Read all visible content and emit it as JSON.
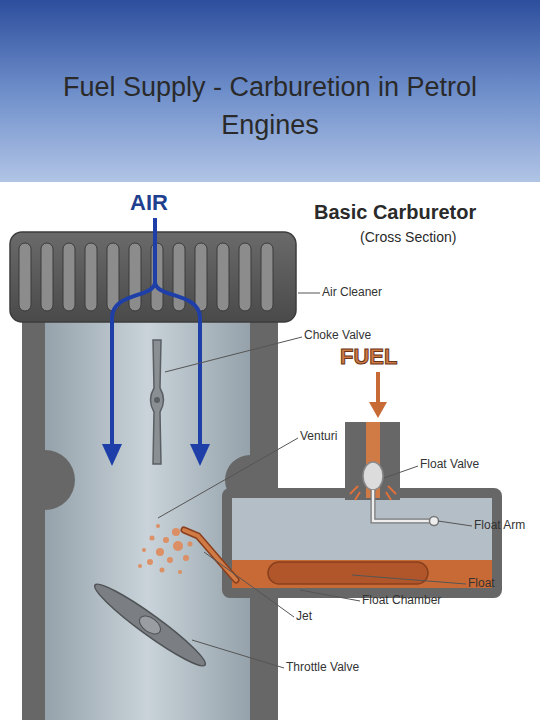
{
  "diagram": {
    "title": "Fuel Supply - Carburetion in Petrol Engines",
    "labels": [
      "AIR",
      "Basic Carburetor",
      "(Cross Section)",
      "Air Cleaner",
      "Choke Valve",
      "FUEL",
      "Venturi",
      "Float Valve",
      "Float Arm",
      "Float",
      "Float Chamber",
      "Jet",
      "Throttle Valve"
    ]
  }
}
